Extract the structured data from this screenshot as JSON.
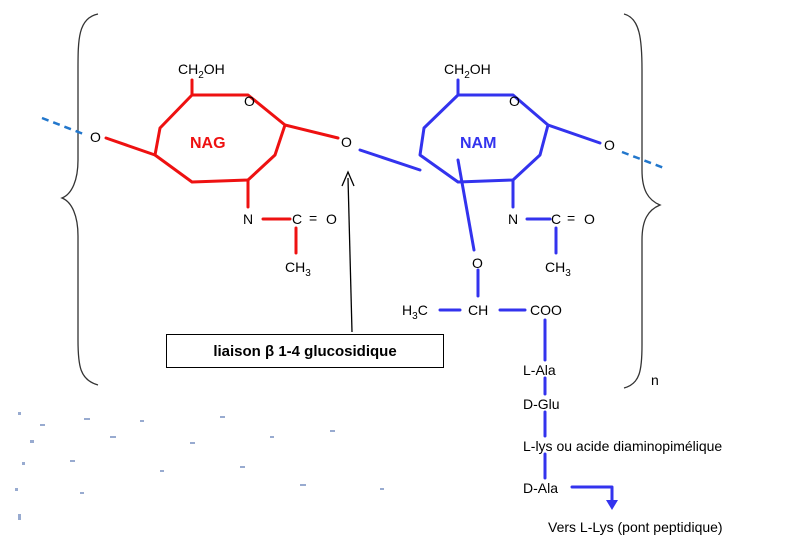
{
  "nag": {
    "ring_label": "NAG",
    "ch2oh": "CH",
    "ch2oh_sub": "2",
    "ch2oh_end": "OH",
    "ring_o": "O",
    "side_n": "N",
    "side_c": "C",
    "side_eq": "=",
    "side_o": "O",
    "ch3": "CH",
    "ch3_sub": "3",
    "color": "#ee1111"
  },
  "nam": {
    "ring_label": "NAM",
    "ch2oh": "CH",
    "ch2oh_sub": "2",
    "ch2oh_end": "OH",
    "ring_o": "O",
    "side_n": "N",
    "side_c": "C",
    "side_eq": "=",
    "side_o": "O",
    "ch3": "CH",
    "ch3_sub": "3",
    "lactyl_o": "O",
    "h3c": "H",
    "h3c_sub": "3",
    "h3c_end": "C",
    "ch": "CH",
    "coo": "COO",
    "color": "#3333ee"
  },
  "left_o": "O",
  "bridge_o": "O",
  "right_o": "O",
  "repeat_n": "n",
  "link_label": "liaison β 1-4  glucosidique",
  "peptide": [
    "L-Ala",
    "D-Glu",
    "L-lys ou acide diaminopimélique",
    "D-Ala"
  ],
  "crosslink": "Vers L-Lys (pont peptidique)"
}
